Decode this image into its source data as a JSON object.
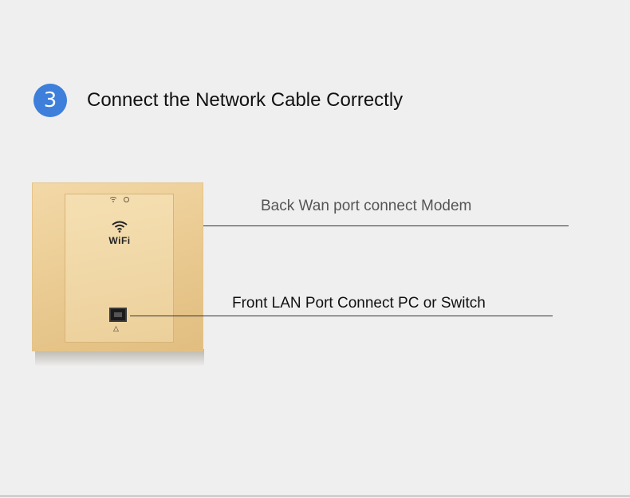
{
  "step": {
    "number": "3",
    "title": "Connect the Network Cable Correctly",
    "badge_color": "#3d7fdb"
  },
  "device": {
    "logo_text": "WiFi",
    "panel_color": "#ecd09b",
    "icons": [
      "wifi-icon",
      "power-led-icon",
      "ethernet-port-icon",
      "network-arrow-icon"
    ]
  },
  "callouts": {
    "back": "Back Wan port connect Modem",
    "front": "Front LAN Port Connect PC or Switch"
  }
}
